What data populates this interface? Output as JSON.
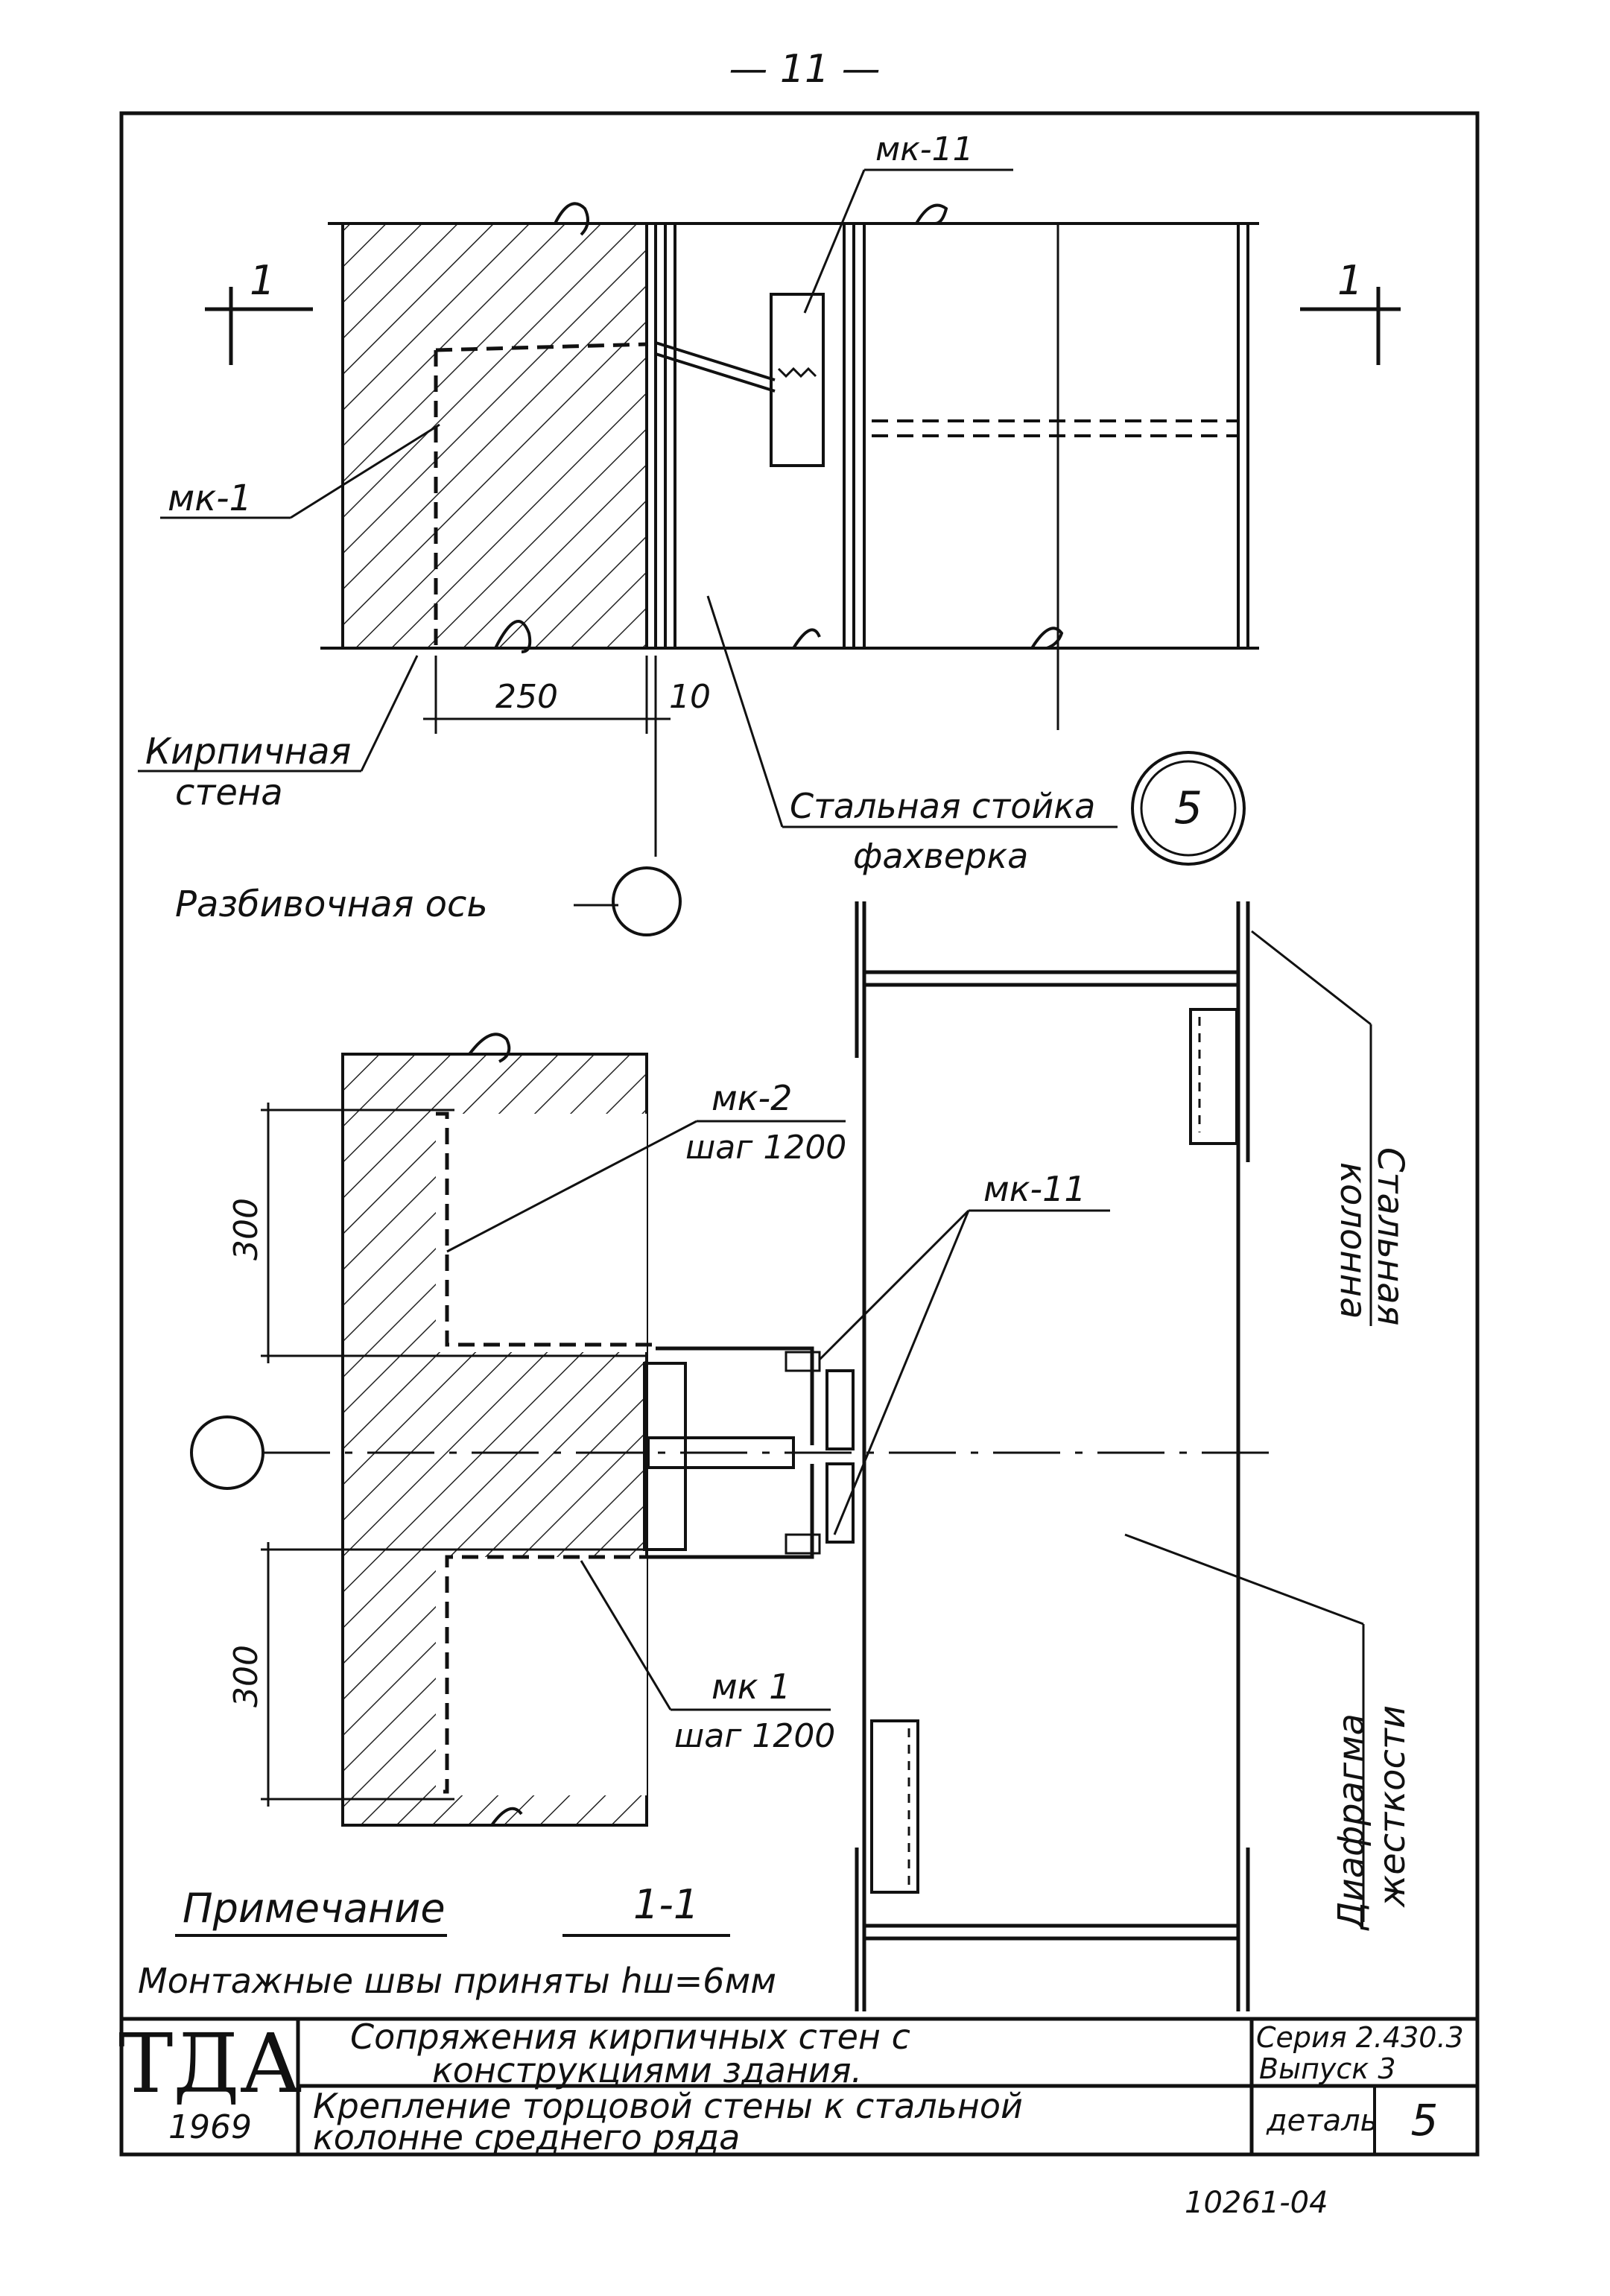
{
  "page_number": "— 11 —",
  "labels": {
    "mk11_top": "мк-11",
    "mk1_top": "мк-1",
    "section_mark": "1",
    "dim_250": "250",
    "dim_10": "10",
    "brick_wall": [
      "Кирпичная",
      "стена"
    ],
    "steel_post": [
      "Стальная стойка",
      "фахверка"
    ],
    "detail_circle": "5",
    "axis": "Разбивочная ось",
    "mk2": [
      "мк-2",
      "шаг 1200"
    ],
    "mk11_bottom": "мк-11",
    "mk1_bottom": [
      "мк 1",
      "шаг 1200"
    ],
    "dim_300_top": "300",
    "dim_300_bottom": "300",
    "steel_column": [
      "Стальная",
      "колонна"
    ],
    "diaphragm": [
      "Диафрагма",
      "жесткости"
    ],
    "note_title": "Примечание",
    "section_title": "1-1",
    "note_text": "Монтажные швы приняты hш=6мм"
  },
  "title_block": {
    "logo": "ТДА",
    "year": "1969",
    "title_line1": "Сопряжения кирпичных стен с",
    "title_line2": "конструкциями здания.",
    "sub_line1": "Крепление торцовой стены к стальной",
    "sub_line2": "колонне среднего ряда",
    "series": "Серия 2.430.3",
    "issue": "Выпуск 3",
    "detail_label": "деталь",
    "detail_value": "5"
  },
  "doc_number": "10261-04"
}
